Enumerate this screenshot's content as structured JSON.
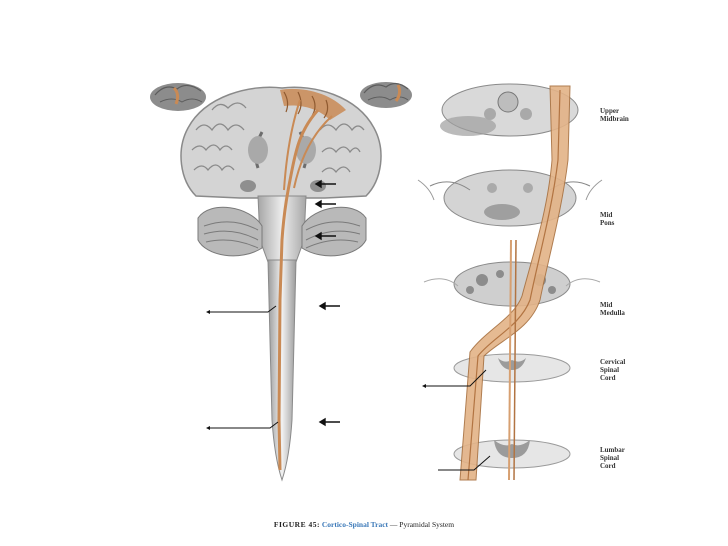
{
  "labels": {
    "upper_midbrain": [
      "Upper",
      "Midbrain"
    ],
    "mid_pons": [
      "Mid",
      "Pons"
    ],
    "mid_medulla": [
      "Mid",
      "Medulla"
    ],
    "cervical_cord": [
      "Cervical",
      "Spinal",
      "Cord"
    ],
    "lumbar_cord": [
      "Lumbar",
      "Spinal",
      "Cord"
    ]
  },
  "caption": {
    "figure": "FIGURE 45:",
    "title": "Cortico-Spinal Tract",
    "subtitle": "— Pyramidal System"
  },
  "colors": {
    "tract": "#c98a55",
    "tract_light": "#e8c29e",
    "tissue_gray": "#bfbfbf",
    "tissue_dark": "#7a7a7a",
    "label_text": "#333333",
    "caption_title": "#3a78b8"
  }
}
